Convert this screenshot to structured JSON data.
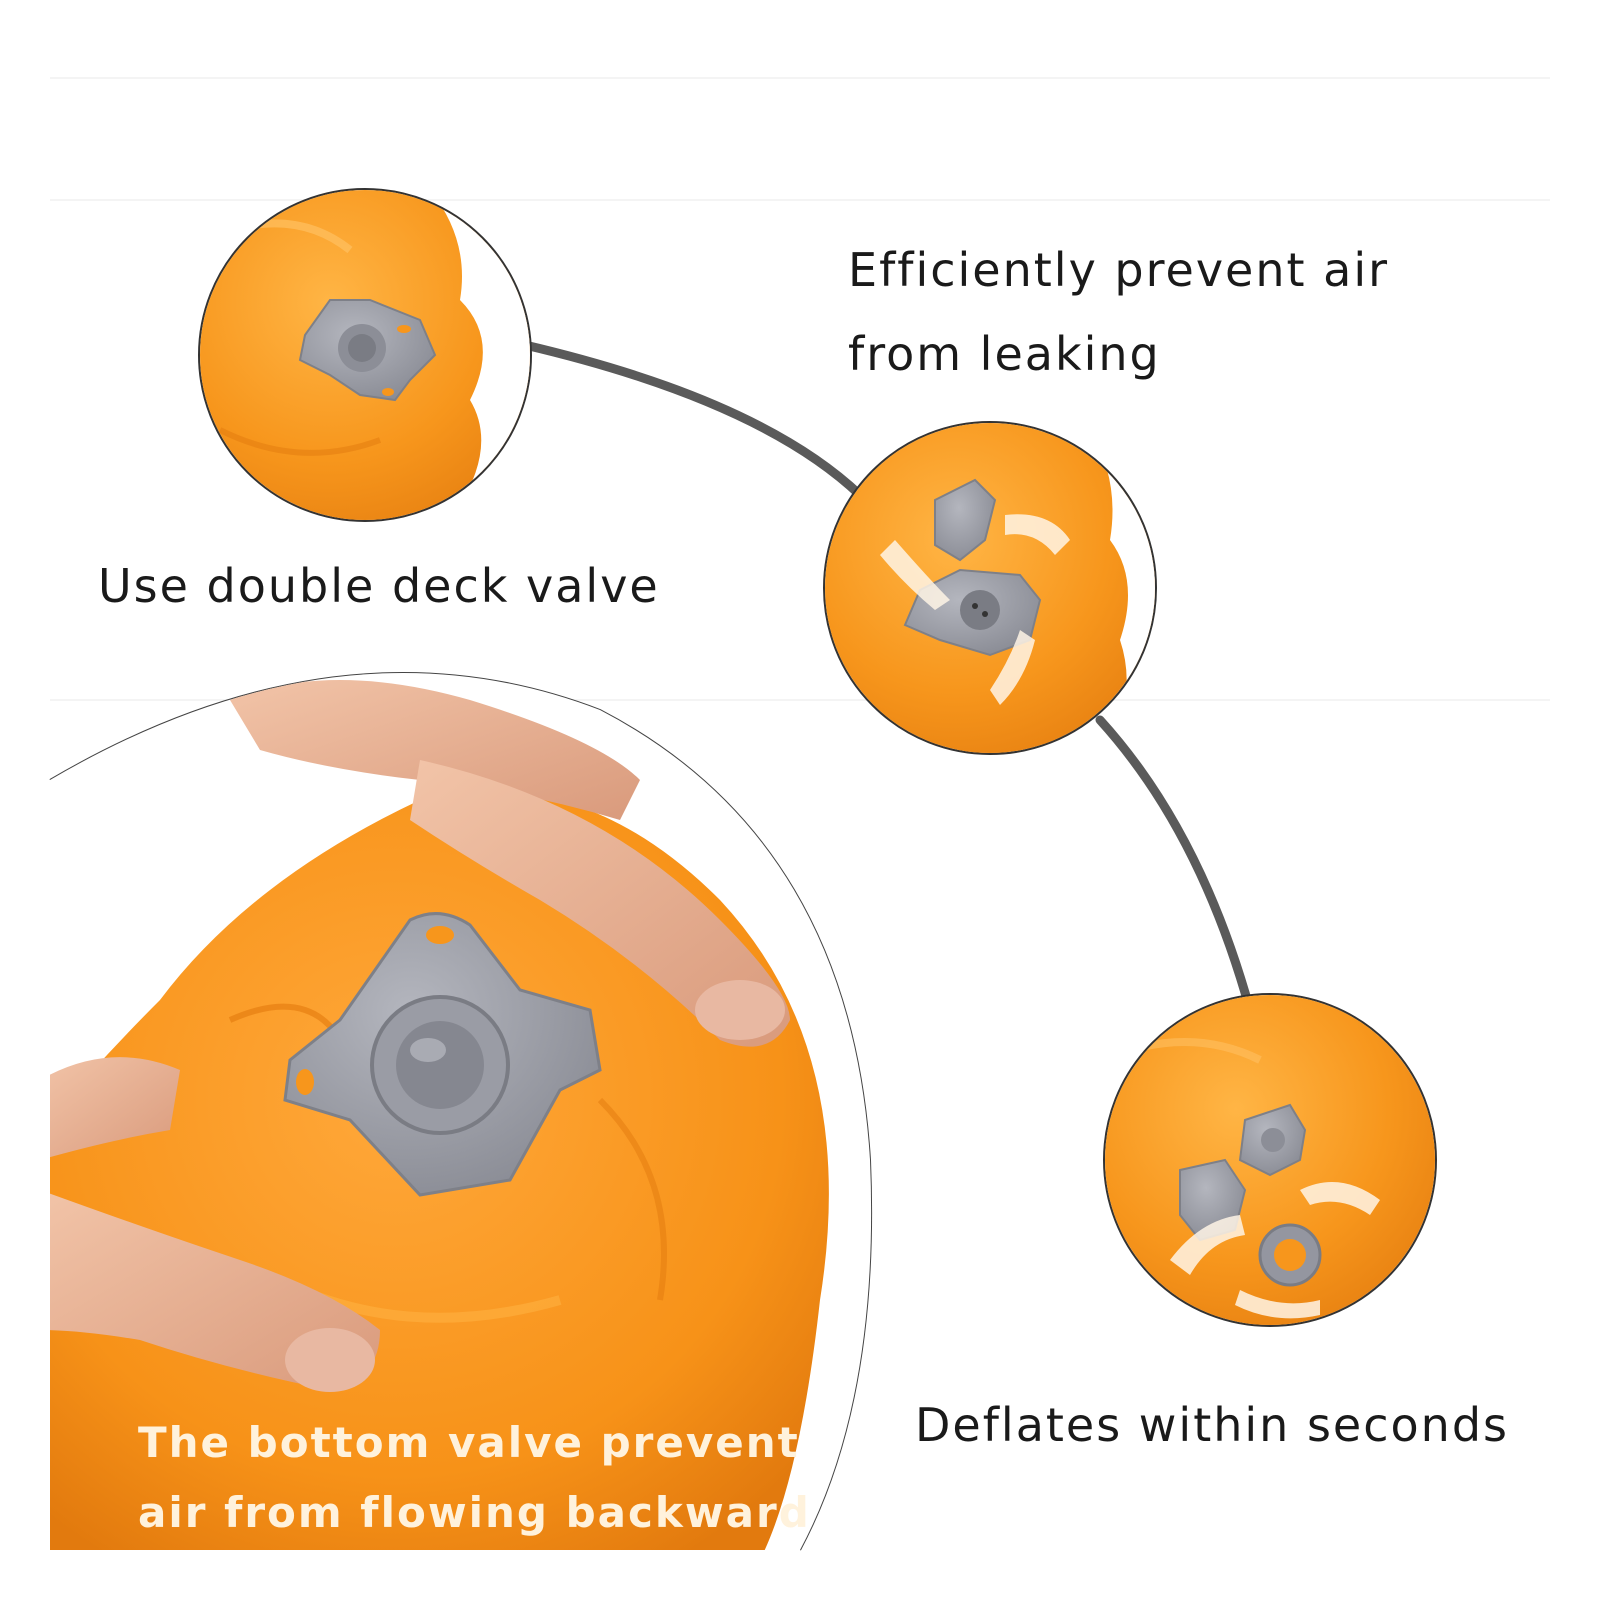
{
  "captions": {
    "efficiently": [
      "Efficiently prevent air",
      "from leaking"
    ],
    "double_deck": "Use double deck valve",
    "deflates": "Deflates within seconds",
    "bottom_valve": [
      "The bottom valve prevent",
      "air from flowing backward"
    ]
  },
  "colors": {
    "background": "#ffffff",
    "pad_orange": "#f7961c",
    "pad_highlight": "#ffb545",
    "valve_gray": "#9496a0",
    "valve_dark": "#6e7078",
    "connector_line": "#5a5a5a",
    "caption_text": "#1a1a1a",
    "overlay_text": "#fff2dc"
  },
  "icons": [
    "valve-icon",
    "rotate-arrow-icon",
    "hand-icon"
  ]
}
